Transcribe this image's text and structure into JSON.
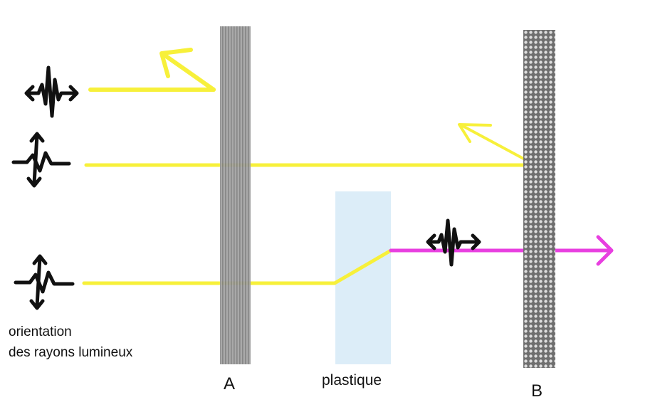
{
  "labels": {
    "a": "A",
    "b": "B",
    "plastique": "plastique"
  },
  "caption": {
    "line1": "orientation",
    "line2": "des rayons lumineux"
  },
  "colors": {
    "ray_yellow": "#f7f03a",
    "ray_magenta": "#e83fe0",
    "filter_a": "#9a9a9a",
    "filter_b": "#8f8f8f",
    "plastic": "#dcedf8",
    "ink": "#111111"
  }
}
